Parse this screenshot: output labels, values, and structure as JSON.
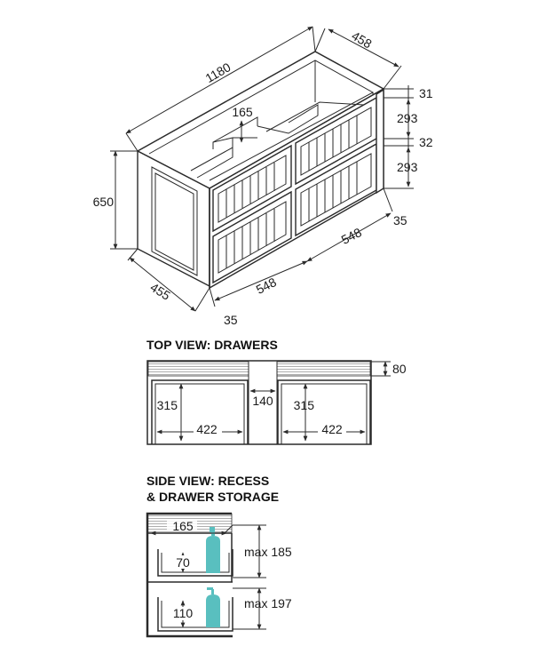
{
  "iso": {
    "width": "1180",
    "depth_top": "458",
    "height": "650",
    "depth_side": "455",
    "top_gap": "31",
    "drawer_height_upper": "293",
    "mid_gap": "32",
    "drawer_height_lower": "293",
    "inset_right": "35",
    "inset_left": "35",
    "drawer_width_left": "548",
    "drawer_width_right": "548",
    "recess_height": "165"
  },
  "top_view": {
    "title": "TOP VIEW: DRAWERS",
    "back_depth": "80",
    "center_gap": "140",
    "left_depth": "315",
    "left_width": "422",
    "right_depth": "315",
    "right_width": "422"
  },
  "side_view": {
    "title_line1": "SIDE VIEW: RECESS",
    "title_line2": "& DRAWER STORAGE",
    "recess_depth": "165",
    "upper_drawer_depth": "70",
    "upper_max": "max 185",
    "lower_drawer_depth": "110",
    "lower_max": "max 197"
  },
  "colors": {
    "line": "#2a2a2a",
    "bottle": "#59bfbf",
    "wood_grain": "#9a9a9a"
  }
}
